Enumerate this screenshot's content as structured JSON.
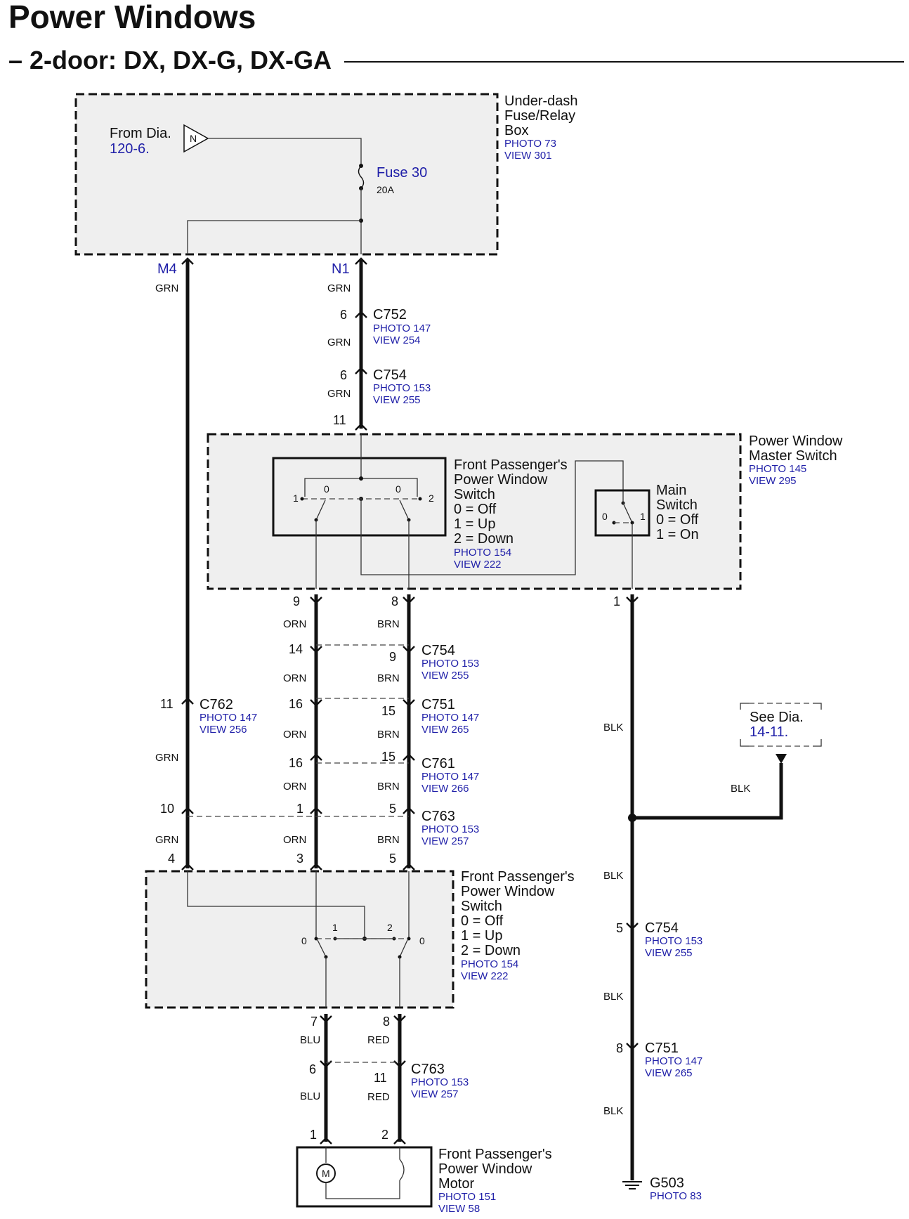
{
  "title": "Power Windows",
  "subtitle": "– 2-door: DX, DX-G, DX-GA",
  "fuse_box": {
    "name": [
      "Under-dash",
      "Fuse/Relay",
      "Box"
    ],
    "photo": "PHOTO 73",
    "view": "VIEW 301",
    "from_text": "From Dia.",
    "from_ref": "120-6.",
    "triangle_label": "N",
    "fuse_label": "Fuse 30",
    "fuse_rating": "20A",
    "terminal_left": "M4",
    "terminal_right": "N1"
  },
  "connectors": {
    "c752_a": {
      "name": "C752",
      "photo": "PHOTO 147",
      "view": "VIEW 254",
      "pin": "6"
    },
    "c754_a": {
      "name": "C754",
      "photo": "PHOTO 153",
      "view": "VIEW 255",
      "pin": "6"
    },
    "c754_b": {
      "name": "C754",
      "photo": "PHOTO 153",
      "view": "VIEW 255",
      "pin_left": "14",
      "pin_right": "9"
    },
    "c751_a": {
      "name": "C751",
      "photo": "PHOTO 147",
      "view": "VIEW 265",
      "pin_left": "16",
      "pin_right": "15"
    },
    "c762": {
      "name": "C762",
      "photo": "PHOTO 147",
      "view": "VIEW 256",
      "pin": "11"
    },
    "c761": {
      "name": "C761",
      "photo": "PHOTO 147",
      "view": "VIEW 266",
      "pin_left": "16",
      "pin_right": "15"
    },
    "c763_a": {
      "name": "C763",
      "photo": "PHOTO 153",
      "view": "VIEW 257",
      "pin_m4": "10",
      "pin_left": "1",
      "pin_right": "5"
    },
    "c754_c": {
      "name": "C754",
      "photo": "PHOTO 153",
      "view": "VIEW 255",
      "pin": "5"
    },
    "c751_b": {
      "name": "C751",
      "photo": "PHOTO 147",
      "view": "VIEW 265",
      "pin": "8"
    },
    "c763_b": {
      "name": "C763",
      "photo": "PHOTO 153",
      "view": "VIEW 257",
      "pin_left": "6",
      "pin_right": "11"
    }
  },
  "master_switch": {
    "name": [
      "Power Window",
      "Master Switch"
    ],
    "photo": "PHOTO 145",
    "view": "VIEW 295",
    "input_pin": "11",
    "pin_9": "9",
    "pin_8": "8",
    "pin_1": "1",
    "passenger_sw": {
      "name": [
        "Front Passenger's",
        "Power Window",
        "Switch"
      ],
      "states": [
        "0 = Off",
        "1 = Up",
        "2 = Down"
      ],
      "photo": "PHOTO 154",
      "view": "VIEW 222",
      "pos_1": "1",
      "pos_0a": "0",
      "pos_0b": "0",
      "pos_2": "2"
    },
    "main_sw": {
      "name": [
        "Main",
        "Switch"
      ],
      "states": [
        "0 = Off",
        "1 = On"
      ],
      "pos_0": "0",
      "pos_1": "1"
    }
  },
  "passenger_switch": {
    "name": [
      "Front Passenger's",
      "Power Window",
      "Switch"
    ],
    "states": [
      "0 = Off",
      "1 = Up",
      "2 = Down"
    ],
    "photo": "PHOTO 154",
    "view": "VIEW 222",
    "pin_4": "4",
    "pin_3": "3",
    "pin_5": "5",
    "pin_7": "7",
    "pin_8": "8",
    "pos_0a": "0",
    "pos_1": "1",
    "pos_2": "2",
    "pos_0b": "0"
  },
  "motor": {
    "name": [
      "Front Passenger's",
      "Power Window",
      "Motor"
    ],
    "photo": "PHOTO 151",
    "view": "VIEW 58",
    "symbol": "M",
    "pin_1": "1",
    "pin_2": "2"
  },
  "see_dia": {
    "text": "See Dia.",
    "ref": "14-11."
  },
  "ground": {
    "name": "G503",
    "photo": "PHOTO 83"
  },
  "wire_colors": {
    "grn": "GRN",
    "orn": "ORN",
    "brn": "BRN",
    "blk": "BLK",
    "blu": "BLU",
    "red": "RED"
  }
}
